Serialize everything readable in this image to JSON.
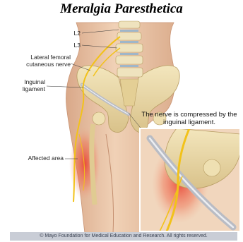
{
  "title": "Meralgia Paresthetica",
  "labels": {
    "l2": "L2",
    "l3": "L3",
    "lateral_femoral_nerve": "Lateral femoral cutaneous nerve",
    "inguinal_ligament": "Inguinal ligament",
    "affected_area": "Affected area"
  },
  "inset": {
    "caption": "The nerve is compressed by the inguinal ligament."
  },
  "footer": {
    "copyright": "© Mayo Foundation for Medical Education and Research.  All rights reserved."
  },
  "colors": {
    "skin": "#e9c4a4",
    "bone": "#ead9a6",
    "nerve": "#f2c21a",
    "affected": "#e8392a",
    "ligament": "#b9bcc4"
  }
}
